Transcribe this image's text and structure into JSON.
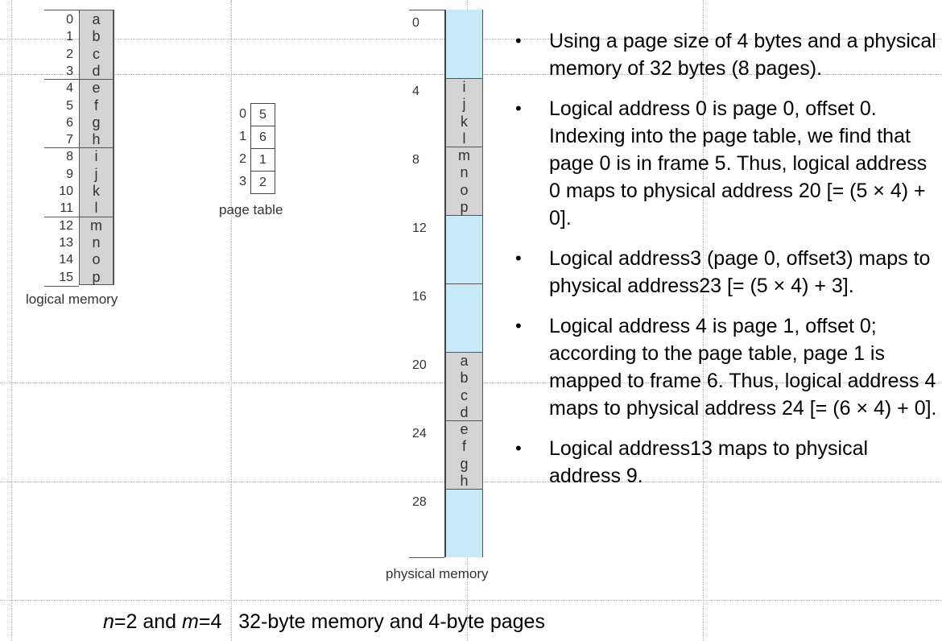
{
  "logical_memory": {
    "caption": "logical memory",
    "addresses": [
      "0",
      "1",
      "2",
      "3",
      "4",
      "5",
      "6",
      "7",
      "8",
      "9",
      "10",
      "11",
      "12",
      "13",
      "14",
      "15"
    ],
    "contents": [
      "a",
      "b",
      "c",
      "d",
      "e",
      "f",
      "g",
      "h",
      "i",
      "j",
      "k",
      "l",
      "m",
      "n",
      "o",
      "p"
    ]
  },
  "page_table": {
    "caption": "page table",
    "indices": [
      "0",
      "1",
      "2",
      "3"
    ],
    "frames": [
      "5",
      "6",
      "1",
      "2"
    ]
  },
  "physical_memory": {
    "caption": "physical memory",
    "frame_addresses": [
      "0",
      "4",
      "8",
      "12",
      "16",
      "20",
      "24",
      "28"
    ],
    "frames": [
      {
        "state": "free",
        "contents": []
      },
      {
        "state": "used",
        "contents": [
          "i",
          "j",
          "k",
          "l"
        ]
      },
      {
        "state": "used",
        "contents": [
          "m",
          "n",
          "o",
          "p"
        ]
      },
      {
        "state": "free",
        "contents": []
      },
      {
        "state": "free",
        "contents": []
      },
      {
        "state": "used",
        "contents": [
          "a",
          "b",
          "c",
          "d"
        ]
      },
      {
        "state": "used",
        "contents": [
          "e",
          "f",
          "g",
          "h"
        ]
      },
      {
        "state": "free",
        "contents": []
      }
    ],
    "colors": {
      "free": "#c8e9f8",
      "used": "#d4d4d4"
    }
  },
  "bullets": [
    "Using a page size of 4 bytes and a physical memory of 32 bytes (8 pages).",
    "Logical address 0 is page 0, offset 0. Indexing into the page table, we find that page 0 is in frame 5. Thus, logical address 0 maps to physical address 20 [= (5 × 4) + 0].",
    "Logical address3 (page 0, offset3) maps to physical address23 [= (5 × 4) + 3].",
    "Logical address 4 is page 1, offset 0; according to the page table, page 1 is mapped to frame 6. Thus, logical address 4 maps to physical address 24 [= (6  × 4) + 0].",
    " Logical address13 maps to physical address 9."
  ],
  "bullet_symbol": "•",
  "footer": {
    "n_var": "n",
    "n_val": "=2 and ",
    "m_var": "m",
    "m_val": "=4",
    "rest": "32-byte memory and 4-byte pages"
  }
}
